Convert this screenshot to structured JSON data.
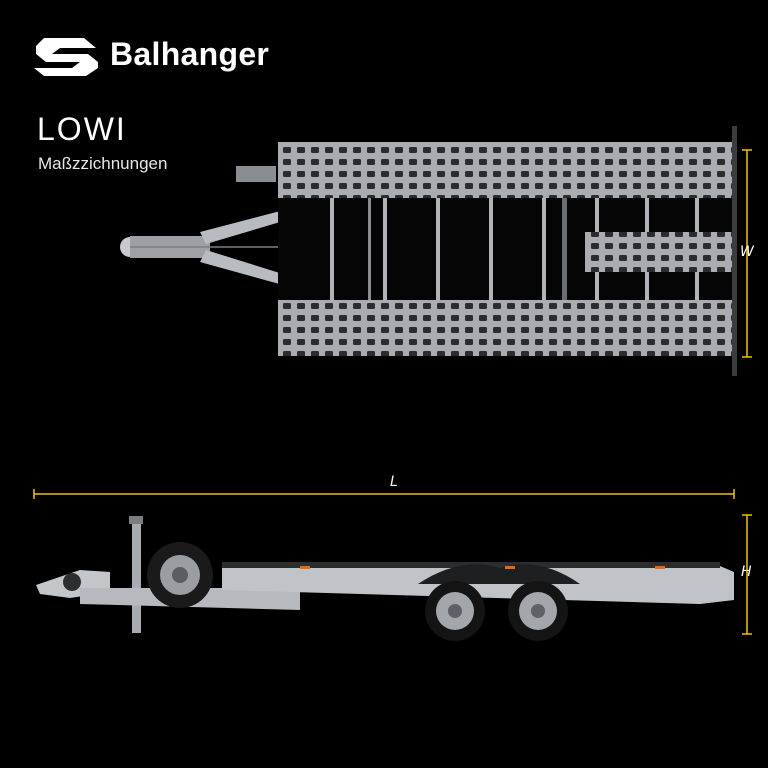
{
  "brand": {
    "name": "Balhanger",
    "logo_icon": "balhanger-logo-icon"
  },
  "product": {
    "model": "LOWI",
    "subtitle": "Maßzzichnungen"
  },
  "dimensions": {
    "width_label": "W",
    "length_label": "L",
    "height_label": "H"
  },
  "colors": {
    "background": "#000000",
    "dimension_line": "#f2c200",
    "frame": "#b8bcc0",
    "deck": "#9a9ea2"
  }
}
